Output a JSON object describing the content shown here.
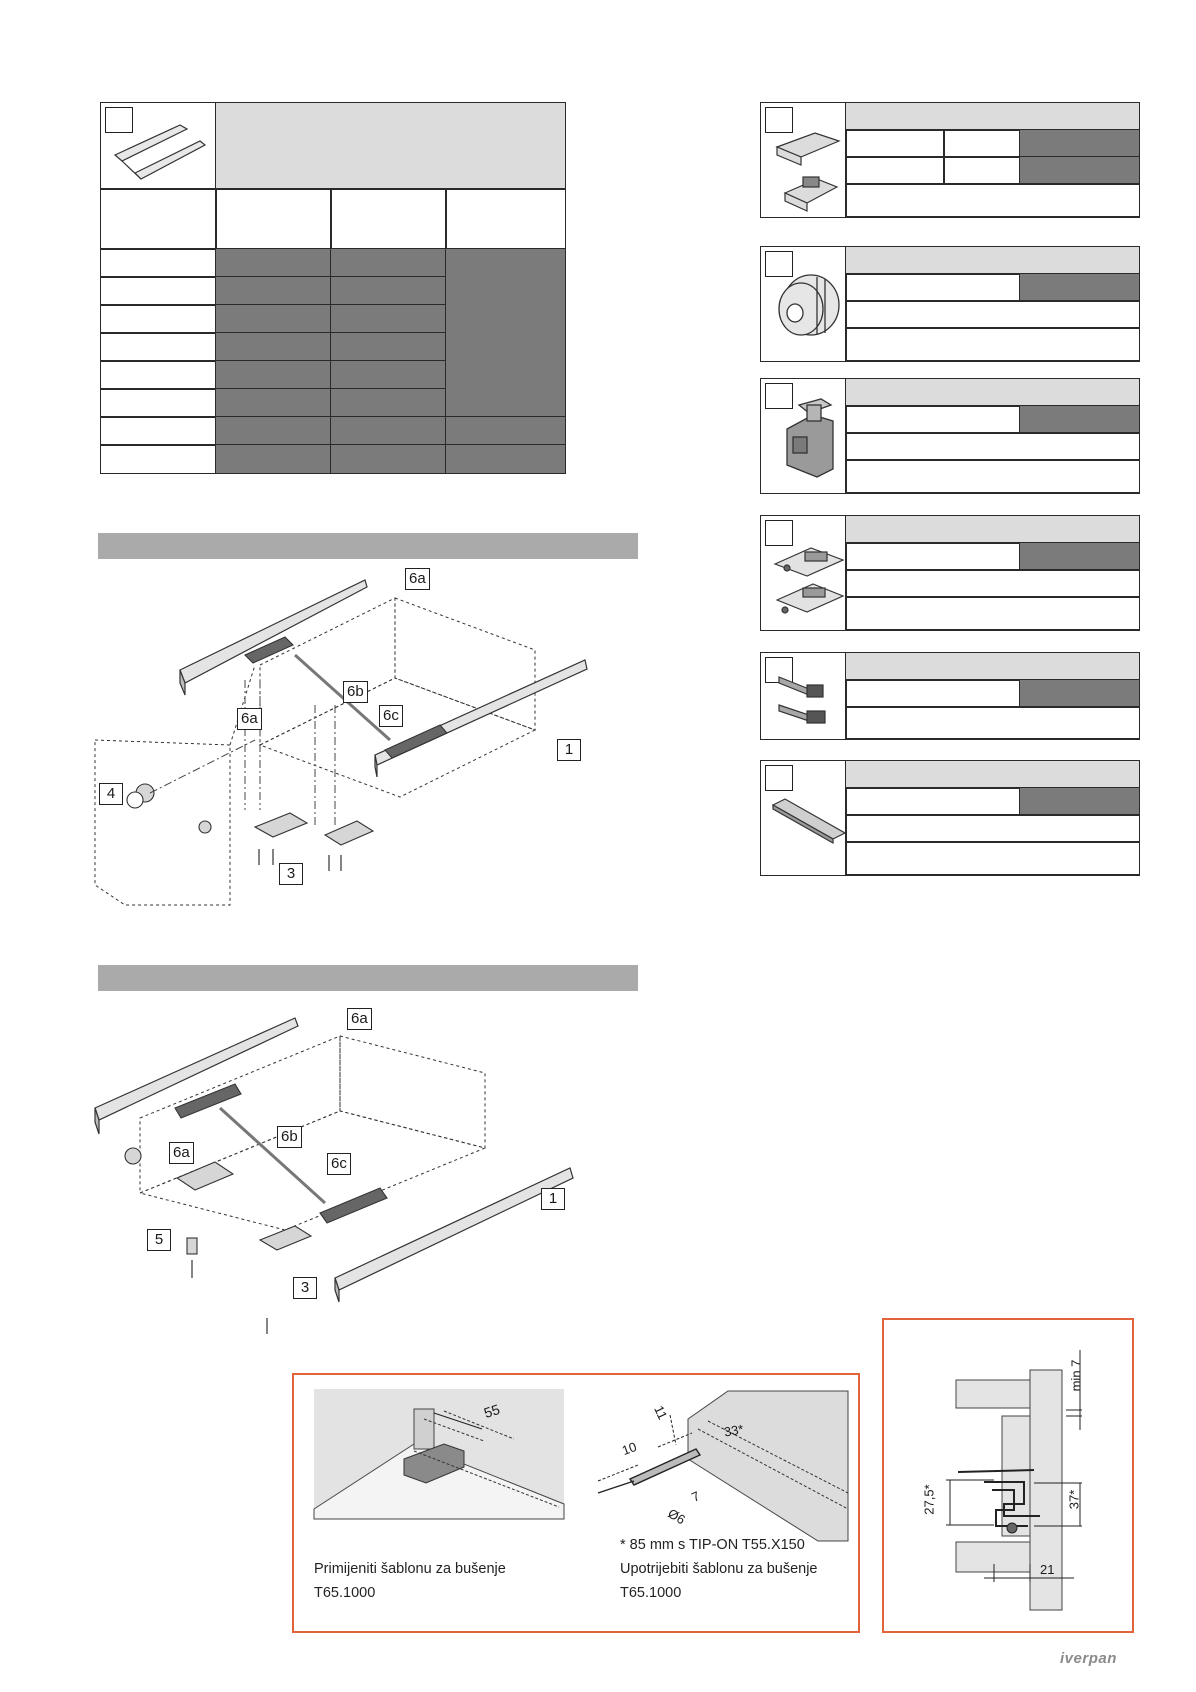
{
  "callouts": {
    "top": {
      "c1": "6a",
      "c2": "6a",
      "c3": "6b",
      "c4": "6c",
      "c5": "1",
      "c6": "4",
      "c7": "3"
    },
    "bottom": {
      "c1": "6a",
      "c2": "6a",
      "c3": "6b",
      "c4": "6c",
      "c5": "1",
      "c6": "5",
      "c7": "3"
    }
  },
  "drilling": {
    "dim_55": "55",
    "dim_11": "11",
    "dim_10": "10",
    "dim_7": "7",
    "dim_33": "33*",
    "dim_6": "Ø6",
    "caption_left_1": "Primijeniti šablonu za bušenje",
    "caption_left_2": "T65.1000",
    "caption_right_1": "* 85 mm s TIP-ON T55.X150",
    "caption_right_2": "Upotrijebiti šablonu za bušenje",
    "caption_right_3": "T65.1000"
  },
  "section": {
    "min7": "min 7",
    "d27": "27,5*",
    "d37": "37*",
    "d21": "21"
  },
  "brand": "iverpan",
  "colors": {
    "dark_cell": "#7b7b7b",
    "light_cell": "#dcdcdc",
    "header_bar": "#aaaaaa",
    "frame_orange": "#e0633a"
  }
}
